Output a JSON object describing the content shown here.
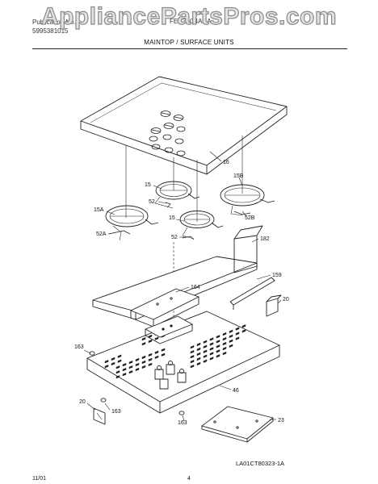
{
  "watermark": "AppliancePartsPros.com",
  "header": {
    "line1": "Publication No.",
    "line2": "5995381015",
    "model": "FEC36C4ACA",
    "section_title": "MAINTOP / SURFACE UNITS"
  },
  "callouts": {
    "c16": "16",
    "c15a": "15",
    "c15b": "15",
    "c15A": "15A",
    "c15B": "15B",
    "c52a": "52",
    "c52b": "52",
    "c52A": "52A",
    "c52B": "52B",
    "c182": "182",
    "c159": "159",
    "c164": "164",
    "c20a": "20",
    "c20b": "20",
    "c163a": "163",
    "c163b": "163",
    "c163c": "163",
    "c46": "46",
    "c23": "23"
  },
  "footer": {
    "date": "11/01",
    "page": "4",
    "code": "LA01CT80323-1A"
  }
}
